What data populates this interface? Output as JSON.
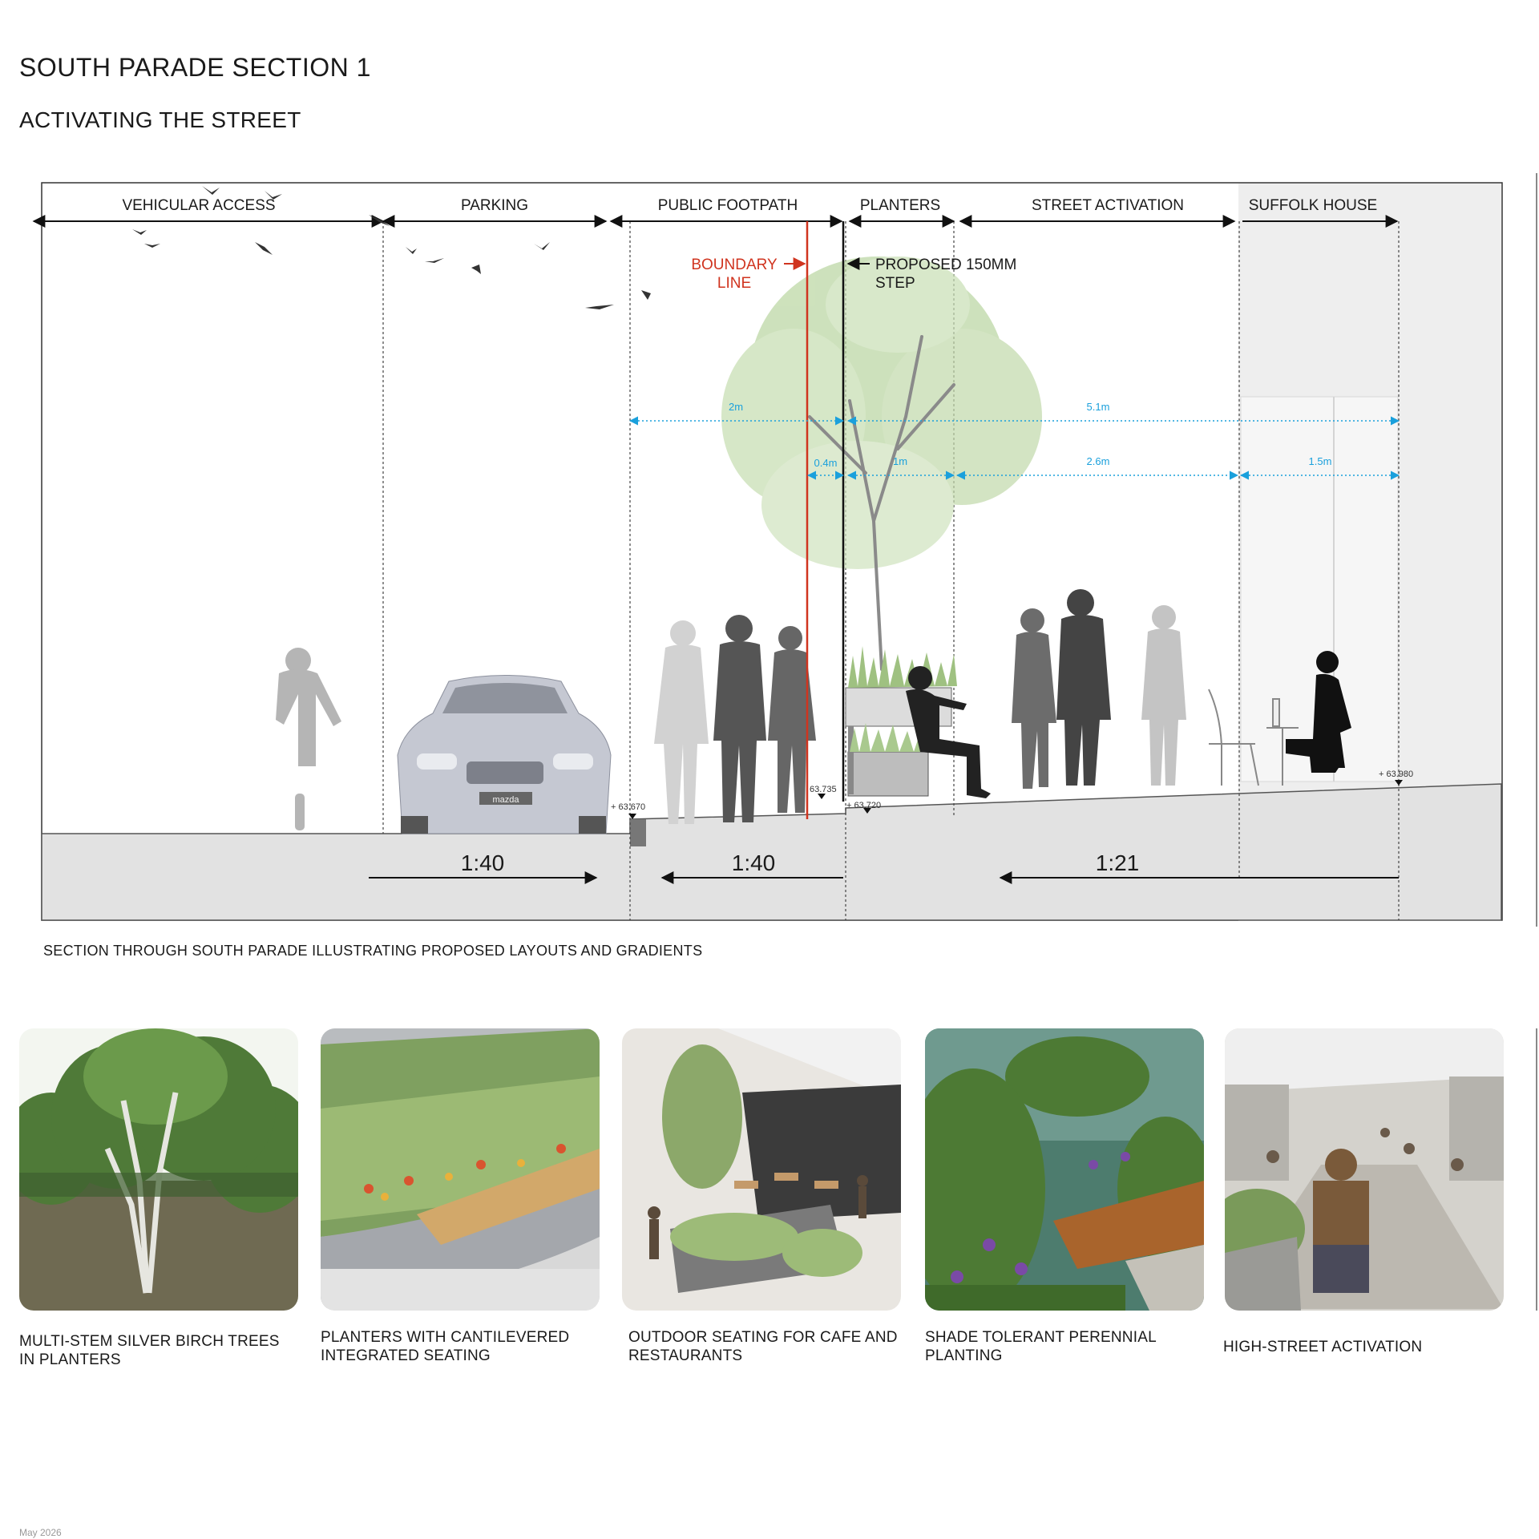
{
  "title": "SOUTH PARADE SECTION 1",
  "subtitle": "ACTIVATING THE STREET",
  "zones": [
    "VEHICULAR ACCESS",
    "PARKING",
    "PUBLIC FOOTPATH",
    "PLANTERS",
    "STREET ACTIVATION",
    "SUFFOLK HOUSE"
  ],
  "boundary_label": [
    "BOUNDARY",
    "LINE"
  ],
  "step_label": [
    "PROPOSED 150MM",
    "STEP"
  ],
  "dimensions": {
    "d2m": "2m",
    "d51m": "5.1m",
    "d04m": "0.4m",
    "d1m": "1m",
    "d26m": "2.6m",
    "d15m": "1.5m"
  },
  "levels": {
    "l1": "+ 63.670",
    "l2": "63.735",
    "l3": "+ 63.720",
    "l4": "+ 63.980"
  },
  "gradients": [
    "1:40",
    "1:40",
    "1:21"
  ],
  "car_badge": "mazda",
  "caption": "SECTION THROUGH SOUTH PARADE ILLUSTRATING PROPOSED LAYOUTS AND GRADIENTS",
  "photos": [
    {
      "line1": "MULTI-STEM SILVER BIRCH TREES",
      "line2": "IN PLANTERS"
    },
    {
      "line1": "PLANTERS WITH CANTILEVERED",
      "line2": "INTEGRATED SEATING"
    },
    {
      "line1": "OUTDOOR SEATING FOR CAFE AND",
      "line2": "RESTAURANTS"
    },
    {
      "line1": "SHADE TOLERANT PERENNIAL",
      "line2": "PLANTING"
    },
    {
      "line1": "HIGH-STREET ACTIVATION",
      "line2": ""
    }
  ],
  "footer": "May 2026",
  "colors": {
    "boundary": "#d0341f",
    "dimension": "#1aa0dc",
    "ground": "#e2e2e2",
    "building": "#eeeeee"
  }
}
